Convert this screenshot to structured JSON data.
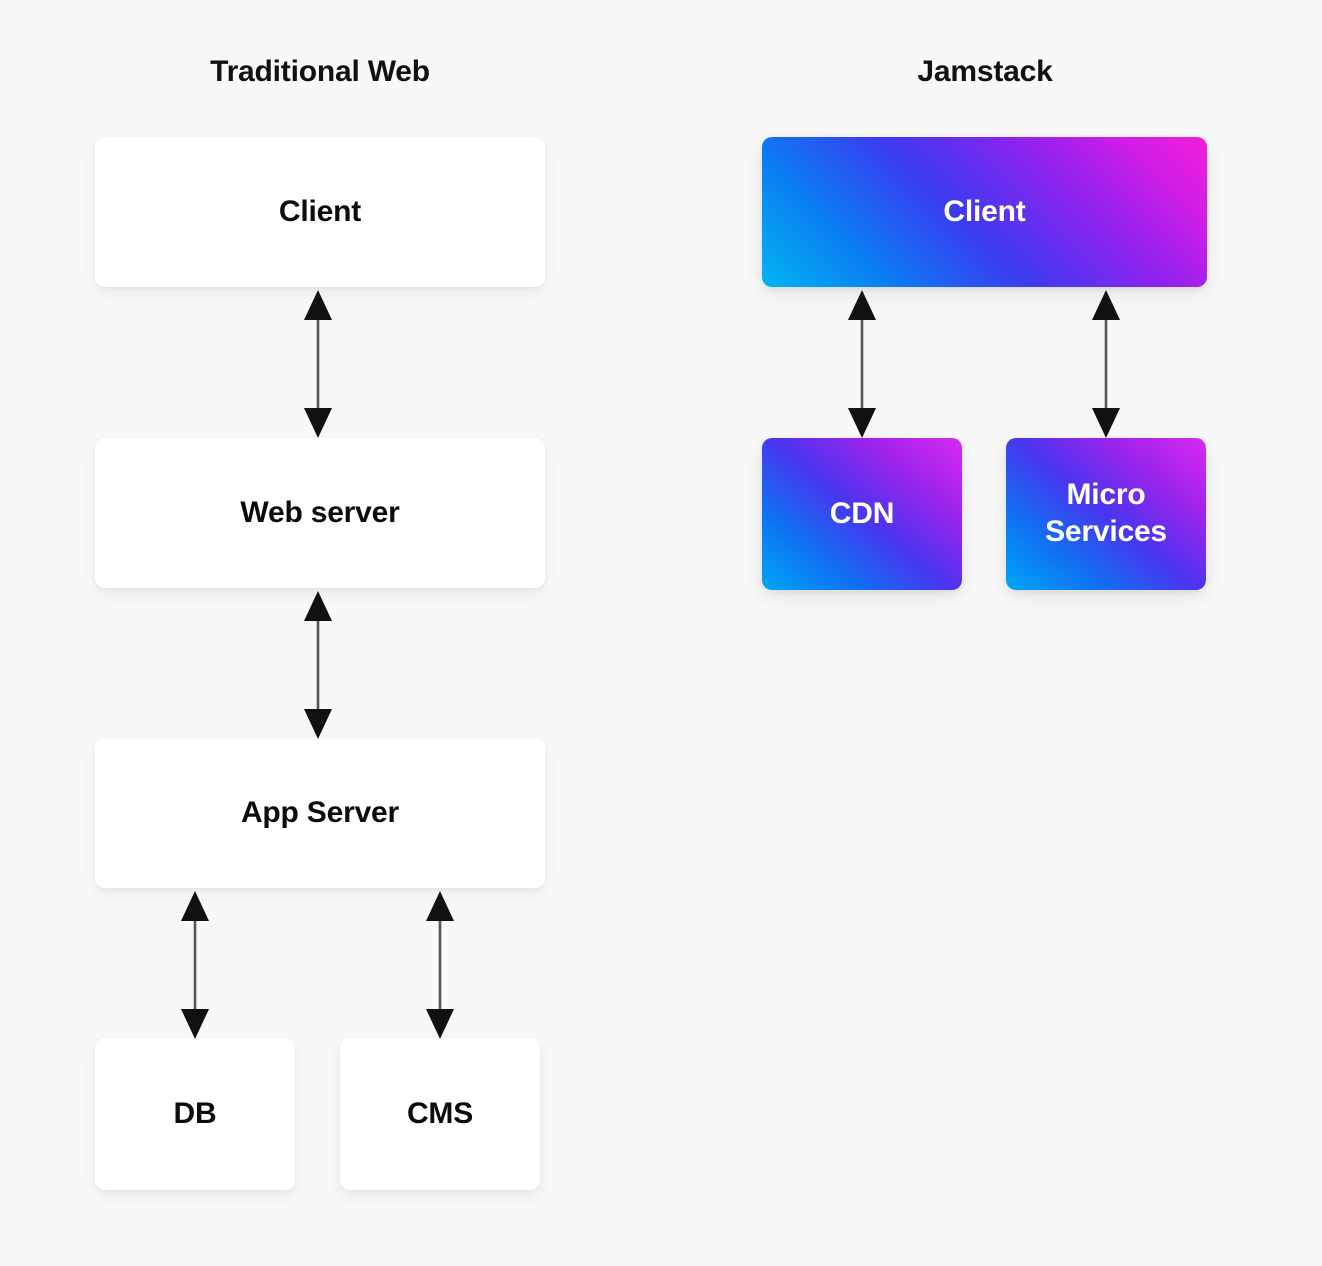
{
  "columns": {
    "traditional": {
      "title": "Traditional Web"
    },
    "jamstack": {
      "title": "Jamstack"
    }
  },
  "nodes": {
    "traditional": [
      {
        "id": "client",
        "label": "Client",
        "style": "plain"
      },
      {
        "id": "web-server",
        "label": "Web server",
        "style": "plain"
      },
      {
        "id": "app-server",
        "label": "App Server",
        "style": "plain"
      },
      {
        "id": "db",
        "label": "DB",
        "style": "plain"
      },
      {
        "id": "cms",
        "label": "CMS",
        "style": "plain"
      }
    ],
    "jamstack": [
      {
        "id": "client",
        "label": "Client",
        "style": "gradient"
      },
      {
        "id": "cdn",
        "label": "CDN",
        "style": "gradient"
      },
      {
        "id": "micro-services",
        "label": "Micro\nServices",
        "line1": "Micro",
        "line2": "Services",
        "style": "gradient"
      }
    ]
  },
  "connections": [
    {
      "from": "client",
      "to": "web-server",
      "type": "bidirectional",
      "column": "traditional"
    },
    {
      "from": "web-server",
      "to": "app-server",
      "type": "bidirectional",
      "column": "traditional"
    },
    {
      "from": "app-server",
      "to": "db",
      "type": "bidirectional",
      "column": "traditional"
    },
    {
      "from": "app-server",
      "to": "cms",
      "type": "bidirectional",
      "column": "traditional"
    },
    {
      "from": "client",
      "to": "cdn",
      "type": "bidirectional",
      "column": "jamstack"
    },
    {
      "from": "client",
      "to": "micro-services",
      "type": "bidirectional",
      "column": "jamstack"
    }
  ],
  "colors": {
    "background": "#f8f8f8",
    "card_plain": "#ffffff",
    "text_dark": "#0c0c0c",
    "text_light": "#ffffff",
    "gradient_start": "#00b6f0",
    "gradient_mid": "#5b35ef",
    "gradient_end": "#f61dd6",
    "arrow": "#111111",
    "arrow_line": "#555555"
  }
}
